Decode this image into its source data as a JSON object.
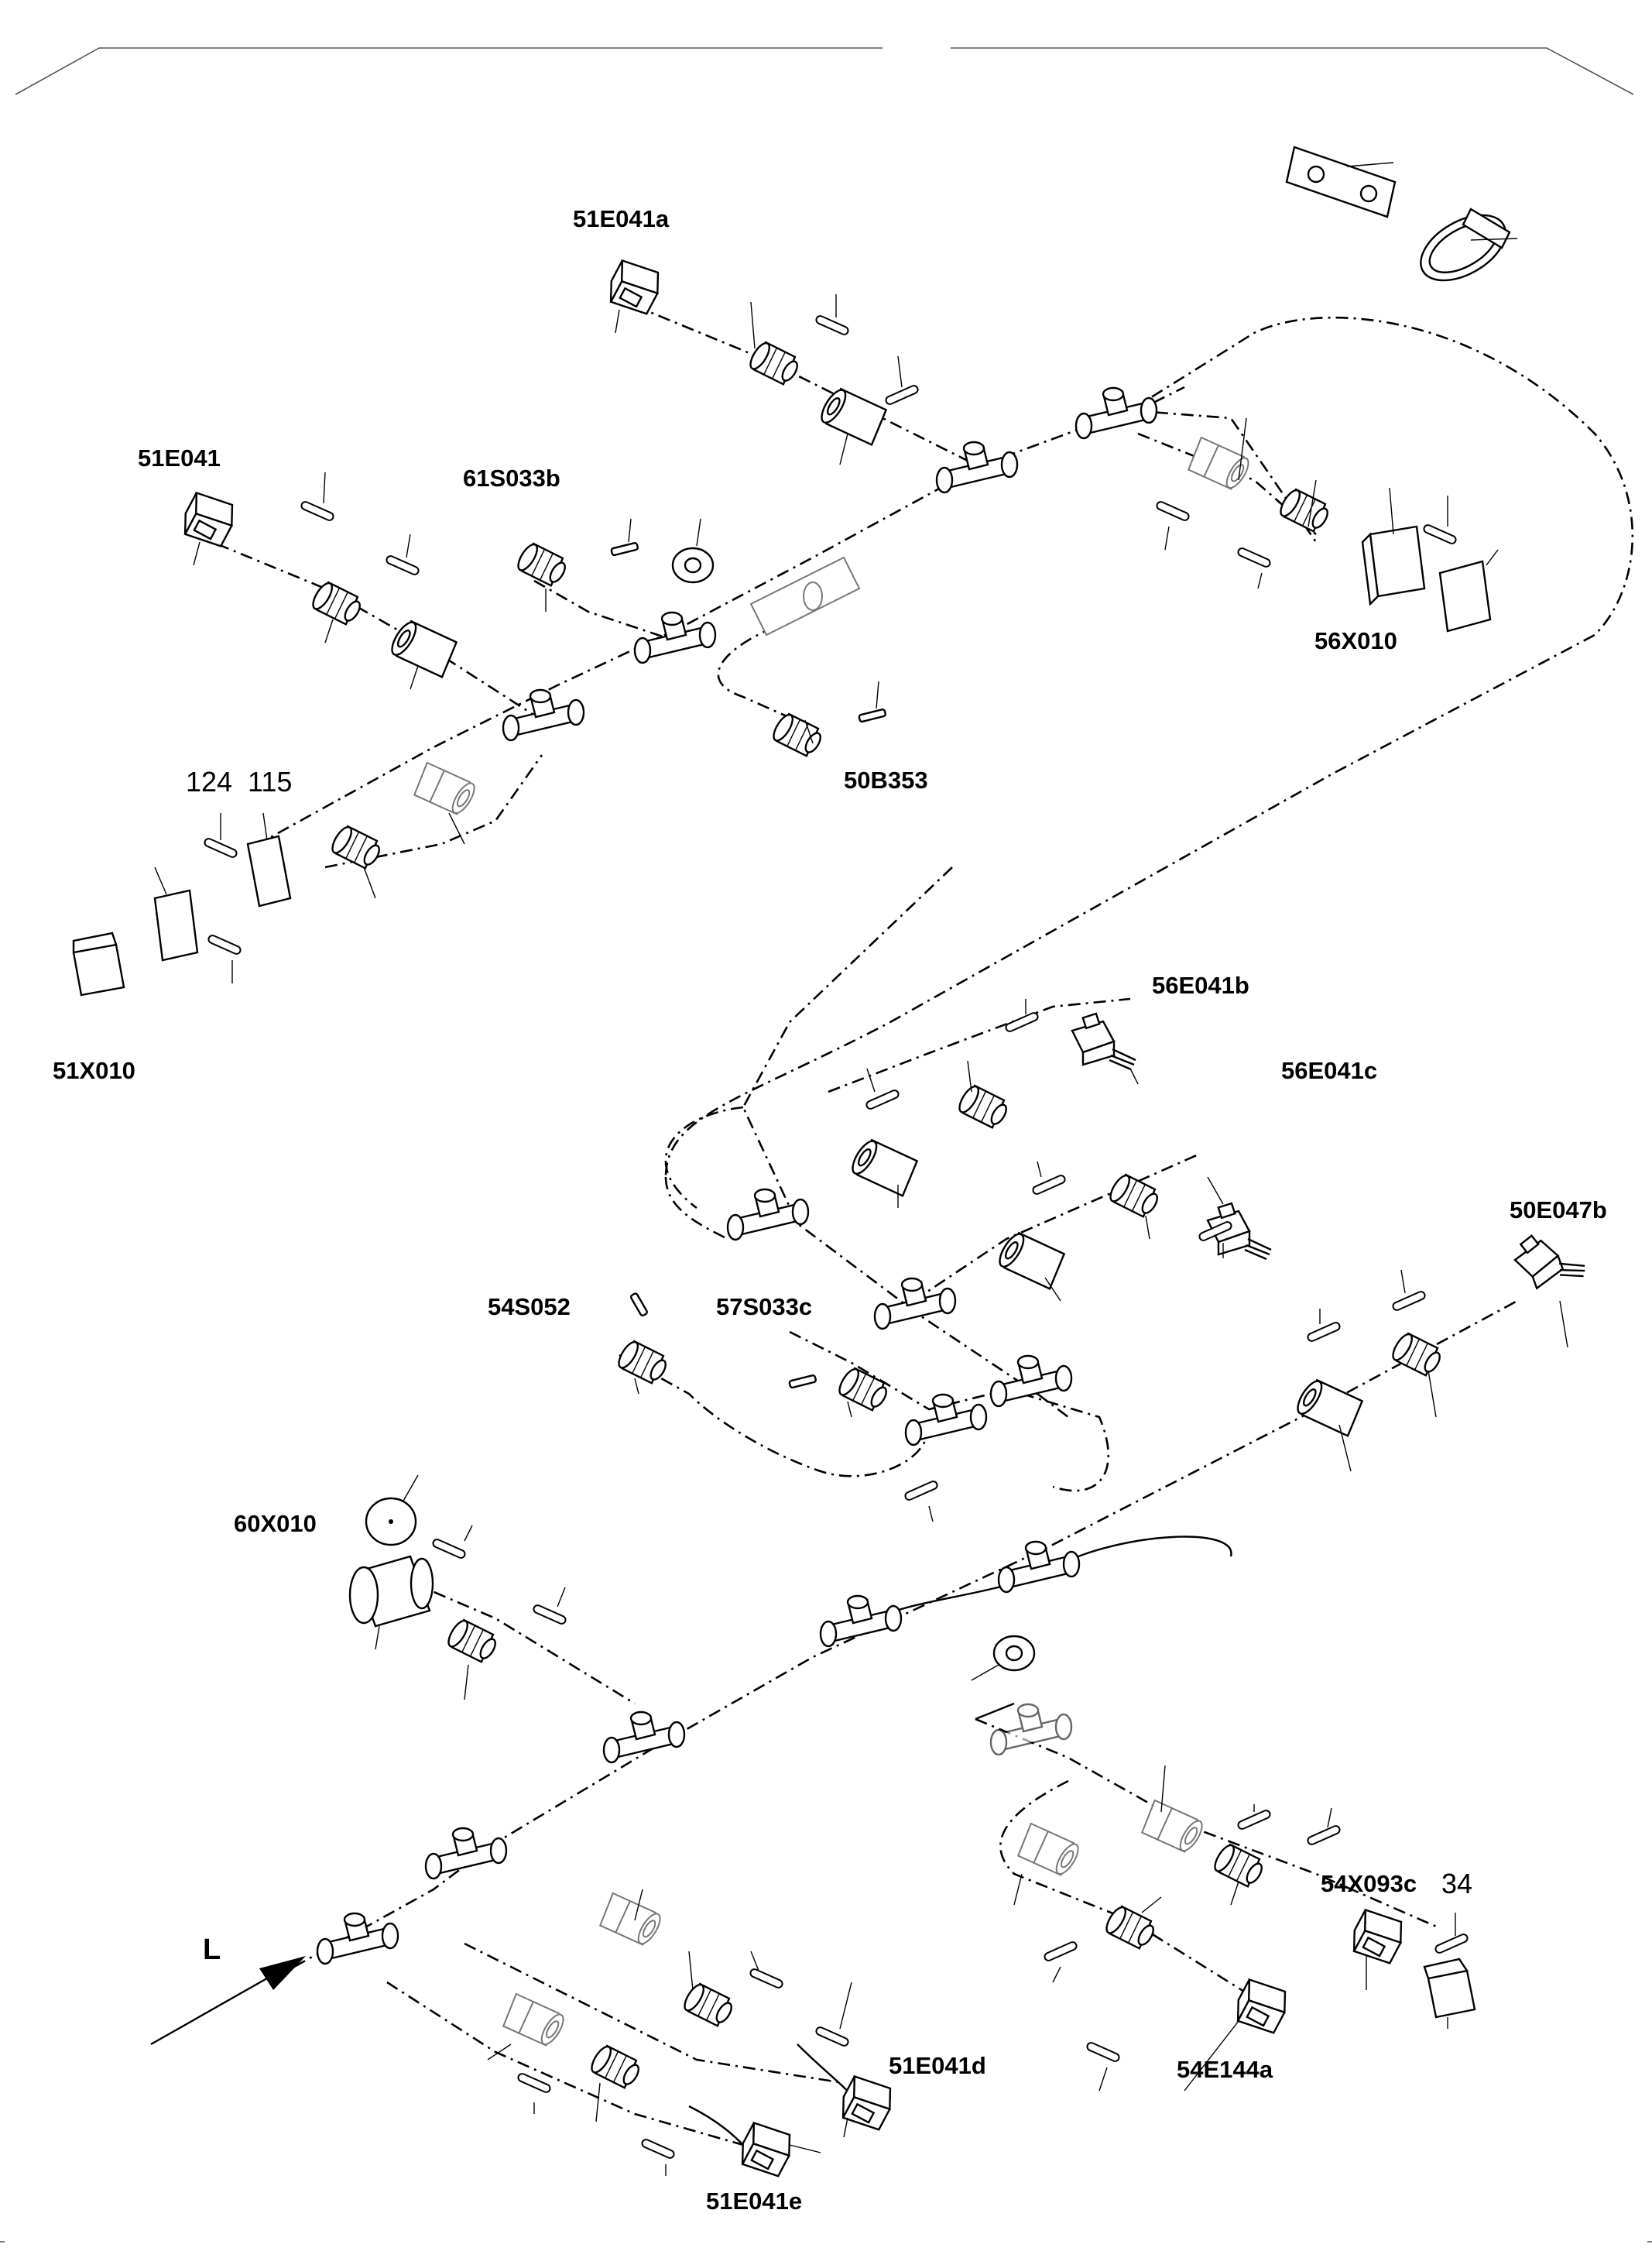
{
  "diagram": {
    "labels": {
      "l_51E041a": "51E041a",
      "l_51E041": "51E041",
      "l_61S033b": "61S033b",
      "l_56X010": "56X010",
      "l_50B353": "50B353",
      "l_124": "124",
      "l_115": "115",
      "l_51X010": "51X010",
      "l_56E041b": "56E041b",
      "l_56E041c": "56E041c",
      "l_50E047b": "50E047b",
      "l_54S052": "54S052",
      "l_57S033c": "57S033c",
      "l_60X010": "60X010",
      "l_54X093c": "54X093c",
      "l_34": "34",
      "l_51E041d": "51E041d",
      "l_54E144a": "54E144a",
      "l_51E041e": "51E041e"
    },
    "direction_arrow": {
      "label": "L"
    }
  }
}
